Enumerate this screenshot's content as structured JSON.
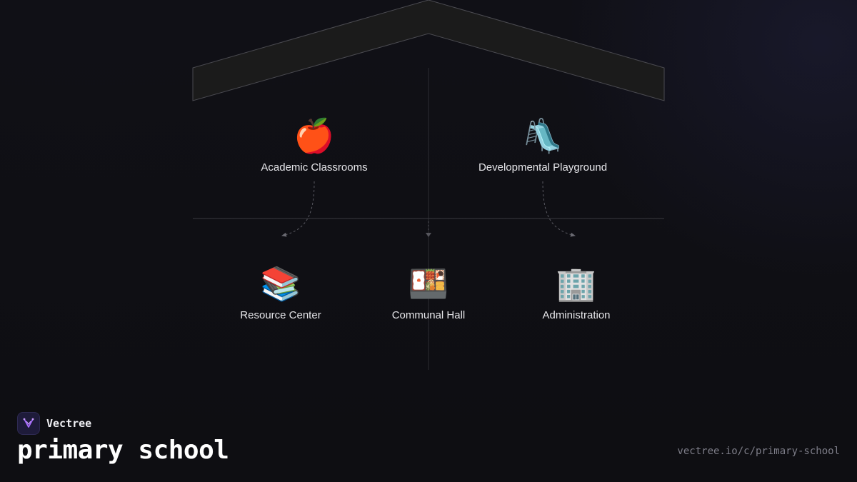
{
  "diagram": {
    "nodes": [
      {
        "id": "academic",
        "emoji": "🍎",
        "label": "Academic Classrooms"
      },
      {
        "id": "playground",
        "emoji": "🛝",
        "label": "Developmental Playground"
      },
      {
        "id": "resource",
        "emoji": "📚",
        "label": "Resource Center"
      },
      {
        "id": "hall",
        "emoji": "🍱",
        "label": "Communal Hall"
      },
      {
        "id": "admin",
        "emoji": "🏢",
        "label": "Administration"
      }
    ],
    "edges": [
      {
        "from": "academic",
        "to": "resource"
      },
      {
        "from": "playground",
        "to": "admin"
      }
    ]
  },
  "brand": {
    "name": "Vectree"
  },
  "page": {
    "title": "primary school",
    "url": "vectree.io/c/primary-school"
  },
  "colors": {
    "background": "#0f0f14",
    "roof": "#1b1b1b",
    "line": "#3a3a40",
    "text": "#e6e6ea",
    "accent": "#a86bff"
  }
}
